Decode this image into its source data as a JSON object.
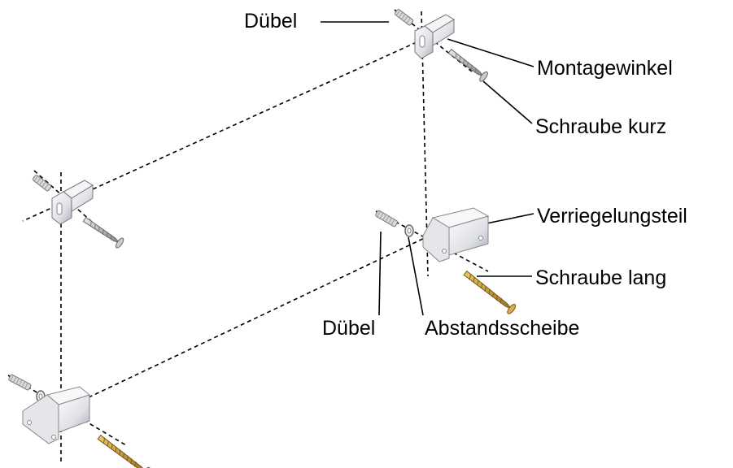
{
  "labels": {
    "duebel_top": "Dübel",
    "montagewinkel": "Montagewinkel",
    "schraube_kurz": "Schraube kurz",
    "verriegelungsteil": "Verriegelungsteil",
    "schraube_lang": "Schraube lang",
    "duebel_bottom": "Dübel",
    "abstandsscheibe": "Abstandsscheibe"
  },
  "colors": {
    "line": "#000000",
    "metal_light": "#f4f4f6",
    "metal_mid": "#c9ccd3",
    "metal_dark": "#8d929c",
    "screw_silver": "#b9bcc3",
    "screw_brass": "#c79a3a",
    "screw_brass_dark": "#8a6418",
    "dowel": "#d8dadd"
  },
  "icons": {
    "bracket": "mounting-bracket-icon",
    "lock": "locking-part-icon",
    "short_screw": "short-screw-icon",
    "long_screw": "long-screw-icon",
    "dowel": "wall-dowel-icon",
    "washer": "spacer-washer-icon"
  }
}
